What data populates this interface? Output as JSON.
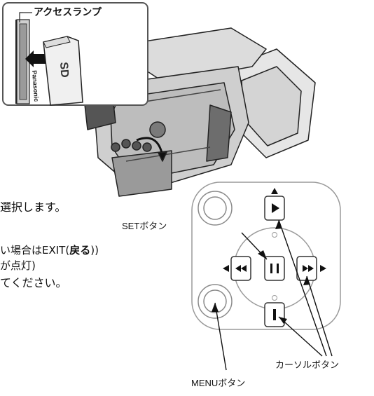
{
  "camera_figure": {
    "access_lamp_label": "アクセスランプ",
    "card_brand": "Panasonic",
    "card_logo": "SD"
  },
  "instructions": {
    "line1": "選択します。",
    "line2_prefix": "い場合はEXIT(",
    "line2_bold": "戻る",
    "line2_suffix": "))",
    "line3": "が点灯)",
    "line4": "てください。"
  },
  "controls": {
    "set_button_label": "SETボタン",
    "cursor_buttons_label": "カーソルボタン",
    "menu_button_label": "MENUボタン",
    "icons": [
      "play-icon",
      "pause-icon",
      "rewind-icon",
      "fast-forward-icon",
      "stop-icon"
    ]
  }
}
